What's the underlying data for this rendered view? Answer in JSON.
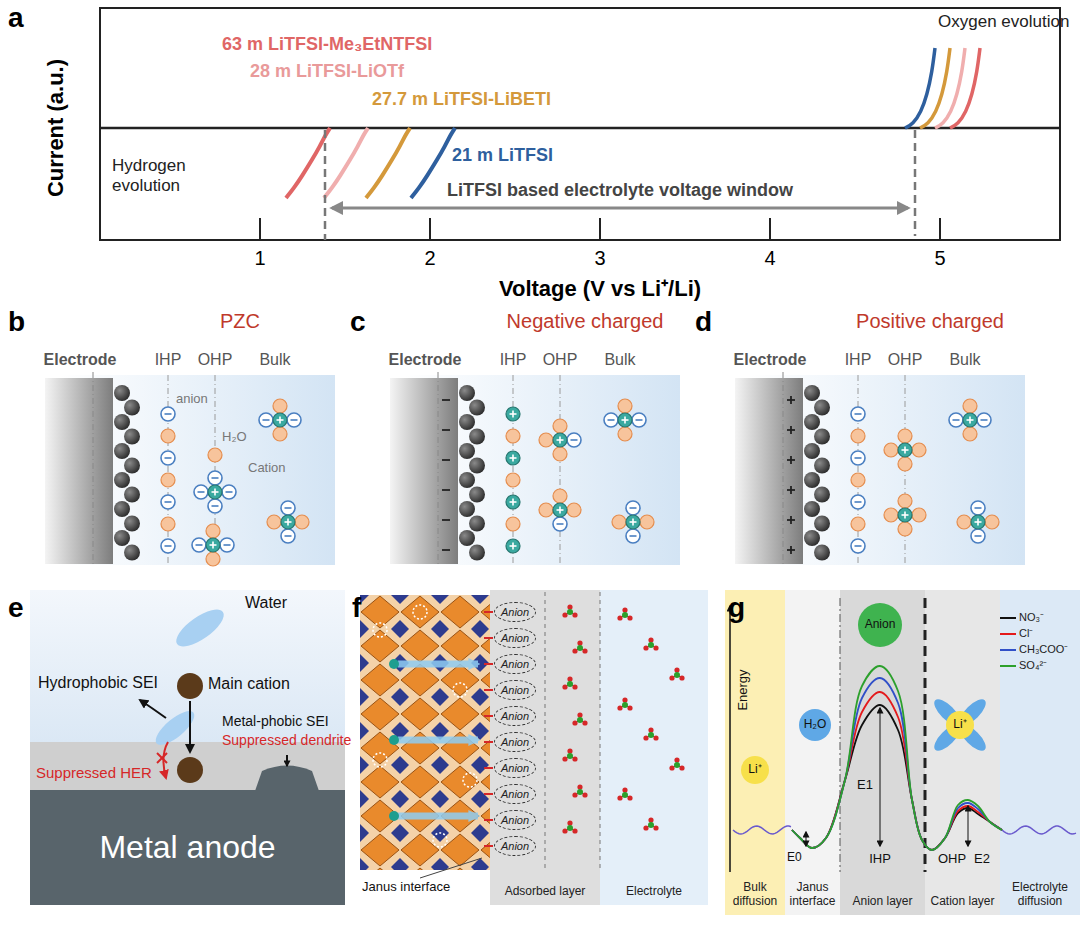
{
  "diagram": {
    "nodes": [
      {
        "text": [
          "Metal anode"
        ]
      },
      {
        "text": [
          "Adsorbed layer"
        ]
      },
      {
        "text": [
          "Anion"
        ],
        "in": 1
      },
      {
        "text": [
          "Anion"
        ],
        "in": 1
      },
      {
        "text": [
          "Anion"
        ],
        "in": 1
      },
      {
        "text": [
          "Anion"
        ],
        "in": 1
      },
      {
        "text": [
          "Anion"
        ],
        "in": 1
      },
      {
        "text": [
          "Anion"
        ],
        "in": 1
      },
      {
        "text": [
          "Anion"
        ],
        "in": 1
      },
      {
        "text": [
          "Anion"
        ],
        "in": 1
      },
      {
        "text": [
          "Anion"
        ],
        "in": 1
      },
      {
        "text": [
          "Anion"
        ],
        "in": 1
      },
      {
        "text": [
          "Electrolyte"
        ]
      },
      {
        "text": [
          "Bulk diffusion"
        ]
      },
      {
        "text": [
          "Li⁺"
        ],
        "in": 13
      },
      {
        "text": [
          "Janus interface"
        ]
      },
      {
        "text": [
          "H₂O"
        ],
        "in": 15
      },
      {
        "text": [
          "Anion layer"
        ]
      },
      {
        "text": [
          "Anion"
        ],
        "in": 17
      },
      {
        "text": [
          "Cation layer"
        ]
      },
      {
        "text": [
          "Li⁺"
        ],
        "in": 19
      },
      {
        "text": [
          "Electrolyte diffusion"
        ]
      }
    ],
    "labels": [
      "a",
      "Current (a.u.)",
      "63 m LiTFSI-Me₃EtNTFSI",
      "28 m LiTFSI-LiOTf",
      "27.7 m LiTFSI-LiBETI",
      "21 m LiTFSI",
      "Oxygen evolution",
      "Hydrogen evolution",
      "LiTFSI based electrolyte voltage window",
      "1",
      "2",
      "3",
      "4",
      "5",
      "Voltage (V vs Li⁺/Li)",
      "b",
      "PZC",
      "c",
      "Negative charged",
      "d",
      "Positive charged",
      "Electrode",
      "IHP",
      "OHP",
      "Bulk",
      "anion",
      "H₂O",
      "Cation",
      "Electrode",
      "IHP",
      "OHP",
      "Bulk",
      "Electrode",
      "IHP",
      "OHP",
      "Bulk",
      "e",
      "Water",
      "Main cation",
      "Hydrophobic SEI",
      "Suppressed HER",
      "Metal-phobic SEI",
      "Suppressed dendrite",
      "f",
      "Janus interface",
      "g",
      "Energy",
      "E0",
      "E1",
      "E2",
      "IHP",
      "OHP"
    ],
    "legend": [
      {
        "text": "NO₃⁻"
      },
      {
        "text": "Cl⁻"
      },
      {
        "text": "CH₃COO⁻"
      },
      {
        "text": "SO₄²⁻"
      }
    ]
  }
}
